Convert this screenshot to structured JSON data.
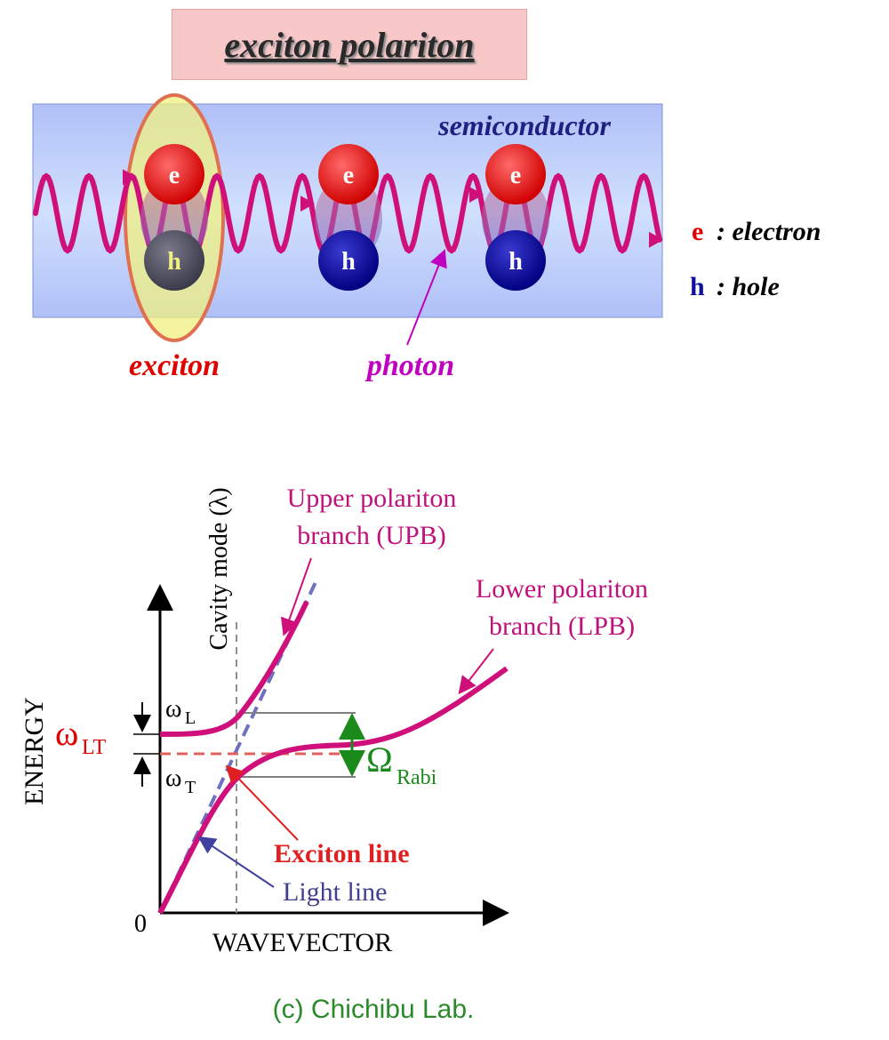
{
  "title": "exciton polariton",
  "top_diagram": {
    "material_label": "semiconductor",
    "particle_e": "e",
    "particle_h": "h",
    "legend": {
      "e_symbol": "e",
      "e_desc": ": electron",
      "h_symbol": "h",
      "h_desc": ": hole"
    },
    "exciton_label": "exciton",
    "photon_label": "photon"
  },
  "dispersion": {
    "y_axis_label": "ENERGY",
    "x_axis_label": "WAVEVECTOR",
    "origin_label": "0",
    "cavity_mode_label": "Cavity mode (λ)",
    "upb_line1": "Upper polariton",
    "upb_line2": "branch (UPB)",
    "lpb_line1": "Lower polariton",
    "lpb_line2": "branch (LPB)",
    "omega_LT": "ω",
    "omega_LT_sub": "LT",
    "omega_L": "ω",
    "omega_L_sub": "L",
    "omega_T": "ω",
    "omega_T_sub": "T",
    "rabi_symbol": "Ω",
    "rabi_sub": "Rabi",
    "exciton_line_label": "Exciton line",
    "light_line_label": "Light line"
  },
  "credit": "(c) Chichibu Lab.",
  "colors": {
    "branch": "#d0107a",
    "exciton_line": "#e02020",
    "light_line": "#4040a0",
    "rabi": "#1a8a1a",
    "electron": "#e00000",
    "hole": "#1010a0",
    "exciton_text": "#e00000",
    "photon_text": "#c000c0"
  }
}
